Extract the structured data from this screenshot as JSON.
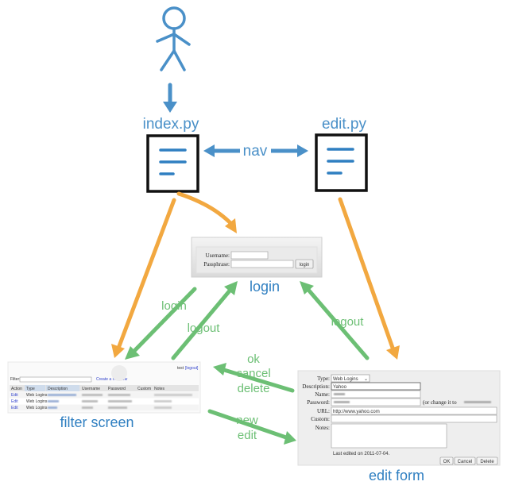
{
  "files": {
    "index": "index.py",
    "edit": "edit.py"
  },
  "flows": {
    "nav": "nav",
    "login": "login",
    "logout_left": "logout",
    "logout_right": "logout",
    "ok": "ok",
    "cancel": "cancel",
    "delete": "delete",
    "new": "new",
    "edit": "edit"
  },
  "screens": {
    "login": {
      "caption": "login",
      "username_label": "Username:",
      "passphrase_label": "Passphrase:",
      "login_button": "login"
    },
    "filter": {
      "caption": "filter screen",
      "filter_label": "Filter:",
      "create_link": "Create a new row",
      "user": "test",
      "logout_link": "[logout]",
      "columns": [
        "Action",
        "Type",
        "Description",
        "Username",
        "Password",
        "Custom",
        "Notes"
      ],
      "rows": [
        {
          "action": "Edit",
          "type": "Web Logins"
        },
        {
          "action": "Edit",
          "type": "Web Logins"
        },
        {
          "action": "Edit",
          "type": "Web Logins"
        }
      ]
    },
    "edit_form": {
      "caption": "edit form",
      "type_label": "Type:",
      "type_value": "Web Logins",
      "description_label": "Description:",
      "description_value": "Yahoo",
      "name_label": "Name:",
      "password_label": "Password:",
      "change_note": "(or change it to",
      "url_label": "URL:",
      "url_value": "http://www.yahoo.com",
      "custom_label": "Custom:",
      "notes_label": "Notes:",
      "last_edited": "Last edited on 2011-07-04.",
      "ok_button": "OK",
      "cancel_button": "Cancel",
      "delete_button": "Delete"
    }
  },
  "colors": {
    "blue": "#4a90c8",
    "orange": "#f2a840",
    "green": "#6cbf74",
    "black": "#111111"
  }
}
